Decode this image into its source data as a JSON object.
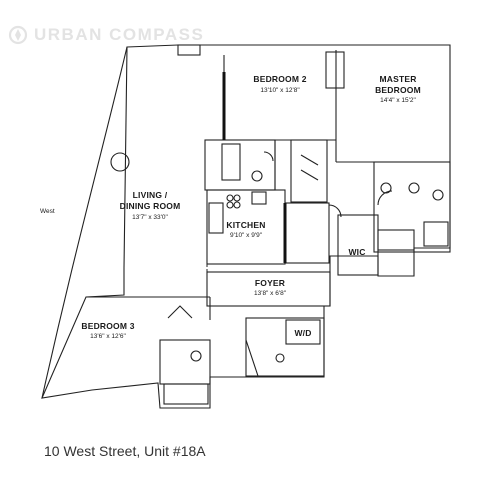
{
  "watermark": {
    "brand": "URBAN COMPASS"
  },
  "plan": {
    "direction_label": "West",
    "rooms": {
      "bedroom2": {
        "name": "BEDROOM 2",
        "dims": "13'10\" x 12'8\""
      },
      "master": {
        "name_line1": "MASTER",
        "name_line2": "BEDROOM",
        "dims": "14'4\" x 15'2\""
      },
      "living": {
        "name_line1": "LIVING /",
        "name_line2": "DINING ROOM",
        "dims": "13'7\" x 33'0\""
      },
      "kitchen": {
        "name": "KITCHEN",
        "dims": "9'10\" x 9'9\""
      },
      "wic": {
        "name": "WIC"
      },
      "foyer": {
        "name": "FOYER",
        "dims": "13'8\" x 6'8\""
      },
      "bedroom3": {
        "name": "BEDROOM 3",
        "dims": "13'6\" x 12'6\""
      },
      "wd": {
        "name": "W/D"
      }
    }
  },
  "caption": "10 West Street, Unit #18A"
}
